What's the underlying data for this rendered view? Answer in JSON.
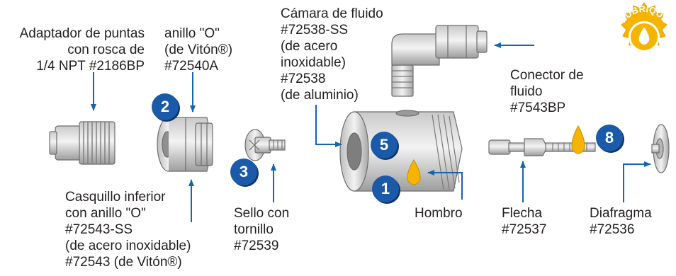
{
  "labels": {
    "adapter": [
      "Adaptador de puntas",
      "con rosca de",
      "1/4 NPT #2186BP"
    ],
    "oring": [
      "anillo \"O\"",
      "(de Vitón®)",
      "#72540A"
    ],
    "chamber": [
      "Cámara de fluido",
      "#72538-SS",
      "(de acero",
      "inoxidable)",
      "#72538",
      "(de aluminio)"
    ],
    "connector": [
      "Conector de",
      "fluido",
      "#7543BP"
    ],
    "bushing": [
      "Casquillo inferior",
      "con anillo \"O\"",
      "#72543-SS",
      "(de acero inoxidable)",
      "#72543 (de Vitón®)"
    ],
    "seal": [
      "Sello con",
      "tornillo",
      "#72539"
    ],
    "shoulder": [
      "Hombro"
    ],
    "arrow": [
      "Flecha",
      "#72537"
    ],
    "diaphragm": [
      "Diafragma",
      "#72536"
    ]
  },
  "badges": [
    "1",
    "2",
    "3",
    "5",
    "8"
  ],
  "lube_text": "LUBRIQUE",
  "colors": {
    "badge": "#1a5aa8",
    "leader": "#1565b0",
    "lube": "#f5b400",
    "text": "#231f20",
    "part": "#8c8c8c"
  }
}
